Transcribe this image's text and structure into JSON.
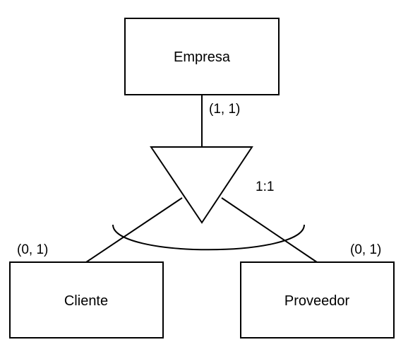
{
  "diagram": {
    "entities": {
      "superclass": {
        "label": "Empresa"
      },
      "left": {
        "label": "Cliente"
      },
      "right": {
        "label": "Proveedor"
      }
    },
    "cardinalities": {
      "superclass": "(1, 1)",
      "left": "(0, 1)",
      "right": "(0, 1)",
      "generalization": "1:1"
    }
  }
}
